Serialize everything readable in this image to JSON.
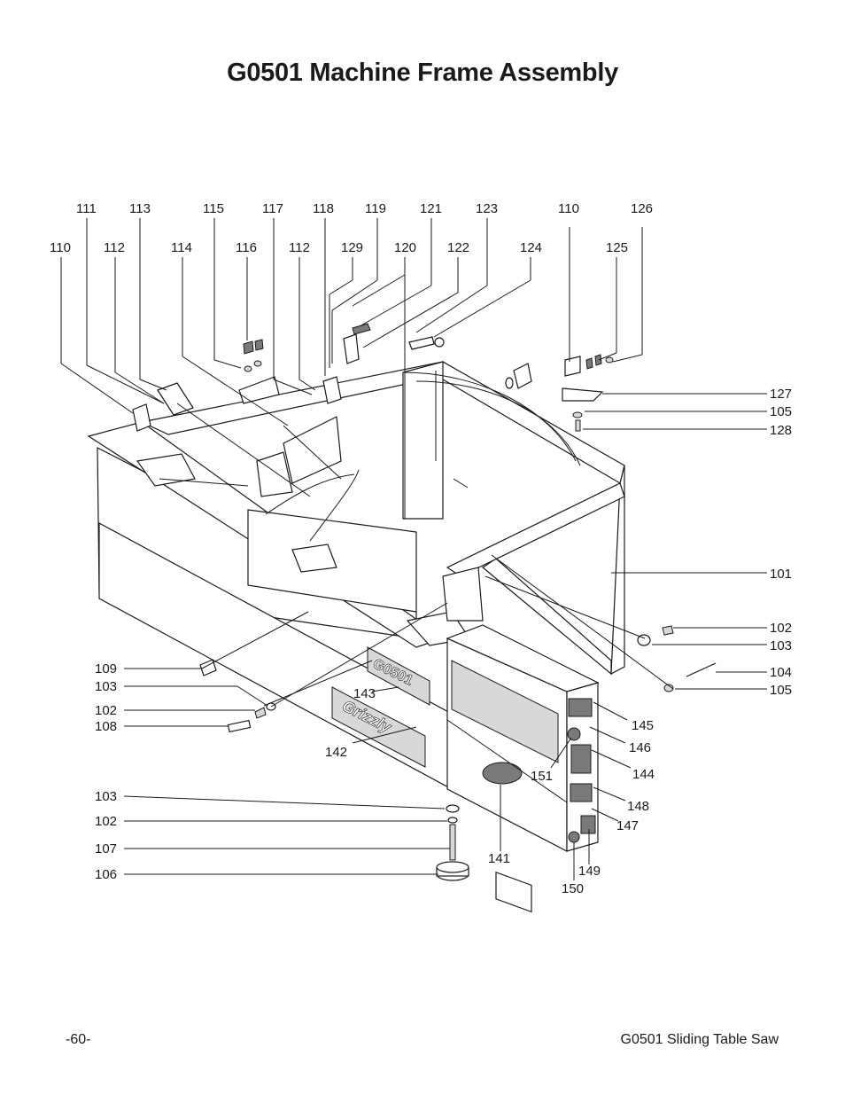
{
  "title": "G0501 Machine Frame Assembly",
  "footer": {
    "page_number": "-60-",
    "manual_title": "G0501 Sliding Table Saw"
  },
  "callouts": [
    {
      "id": "c111",
      "label": "111"
    },
    {
      "id": "c113",
      "label": "113"
    },
    {
      "id": "c115",
      "label": "115"
    },
    {
      "id": "c117",
      "label": "117"
    },
    {
      "id": "c118",
      "label": "118"
    },
    {
      "id": "c119",
      "label": "119"
    },
    {
      "id": "c121",
      "label": "121"
    },
    {
      "id": "c123",
      "label": "123"
    },
    {
      "id": "c110a",
      "label": "110"
    },
    {
      "id": "c126",
      "label": "126"
    },
    {
      "id": "c110b",
      "label": "110"
    },
    {
      "id": "c112a",
      "label": "112"
    },
    {
      "id": "c114",
      "label": "114"
    },
    {
      "id": "c116",
      "label": "116"
    },
    {
      "id": "c112b",
      "label": "112"
    },
    {
      "id": "c129",
      "label": "129"
    },
    {
      "id": "c120",
      "label": "120"
    },
    {
      "id": "c122",
      "label": "122"
    },
    {
      "id": "c124",
      "label": "124"
    },
    {
      "id": "c125",
      "label": "125"
    },
    {
      "id": "c127",
      "label": "127"
    },
    {
      "id": "c105a",
      "label": "105"
    },
    {
      "id": "c128",
      "label": "128"
    },
    {
      "id": "c101",
      "label": "101"
    },
    {
      "id": "c102a",
      "label": "102"
    },
    {
      "id": "c103a",
      "label": "103"
    },
    {
      "id": "c104",
      "label": "104"
    },
    {
      "id": "c105b",
      "label": "105"
    },
    {
      "id": "c109",
      "label": "109"
    },
    {
      "id": "c103b",
      "label": "103"
    },
    {
      "id": "c143",
      "label": "143"
    },
    {
      "id": "c102b",
      "label": "102"
    },
    {
      "id": "c108",
      "label": "108"
    },
    {
      "id": "c142",
      "label": "142"
    },
    {
      "id": "c145",
      "label": "145"
    },
    {
      "id": "c146",
      "label": "146"
    },
    {
      "id": "c151",
      "label": "151"
    },
    {
      "id": "c144",
      "label": "144"
    },
    {
      "id": "c148",
      "label": "148"
    },
    {
      "id": "c147",
      "label": "147"
    },
    {
      "id": "c103c",
      "label": "103"
    },
    {
      "id": "c102c",
      "label": "102"
    },
    {
      "id": "c107",
      "label": "107"
    },
    {
      "id": "c106",
      "label": "106"
    },
    {
      "id": "c141",
      "label": "141"
    },
    {
      "id": "c149",
      "label": "149"
    },
    {
      "id": "c150",
      "label": "150"
    }
  ],
  "decals": {
    "model_plate": "G0501",
    "brand_plate": "Grizzly"
  }
}
